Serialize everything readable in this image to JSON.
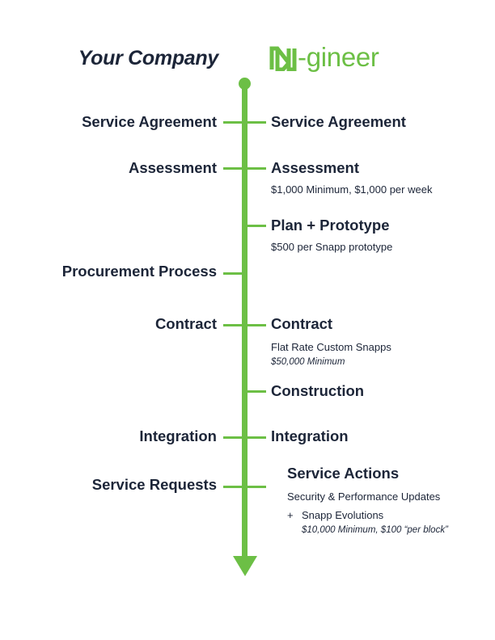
{
  "headers": {
    "your_company": "Your Company",
    "brand_name": "-gineer",
    "brand_logo_letter": "N",
    "brand_color": "#6cbf45",
    "text_color": "#1c2538"
  },
  "left": {
    "service_agreement": "Service Agreement",
    "assessment": "Assessment",
    "procurement_process": "Procurement Process",
    "contract": "Contract",
    "integration": "Integration",
    "service_requests": "Service Requests"
  },
  "right": {
    "service_agreement": "Service Agreement",
    "assessment": "Assessment",
    "assessment_detail": "$1,000 Minimum, $1,000 per week",
    "plan_prototype": "Plan + Prototype",
    "plan_prototype_detail": "$500 per Snapp prototype",
    "contract": "Contract",
    "contract_detail": "Flat Rate Custom Snapps",
    "contract_minimum": "$50,000 Minimum",
    "construction": "Construction",
    "integration": "Integration",
    "service_actions": "Service Actions",
    "service_actions_detail": "Security & Performance Updates",
    "plus_symbol": "+",
    "snapp_evolutions": "Snapp Evolutions",
    "snapp_evolutions_pricing": "$10,000 Minimum, $100 “per block”"
  }
}
